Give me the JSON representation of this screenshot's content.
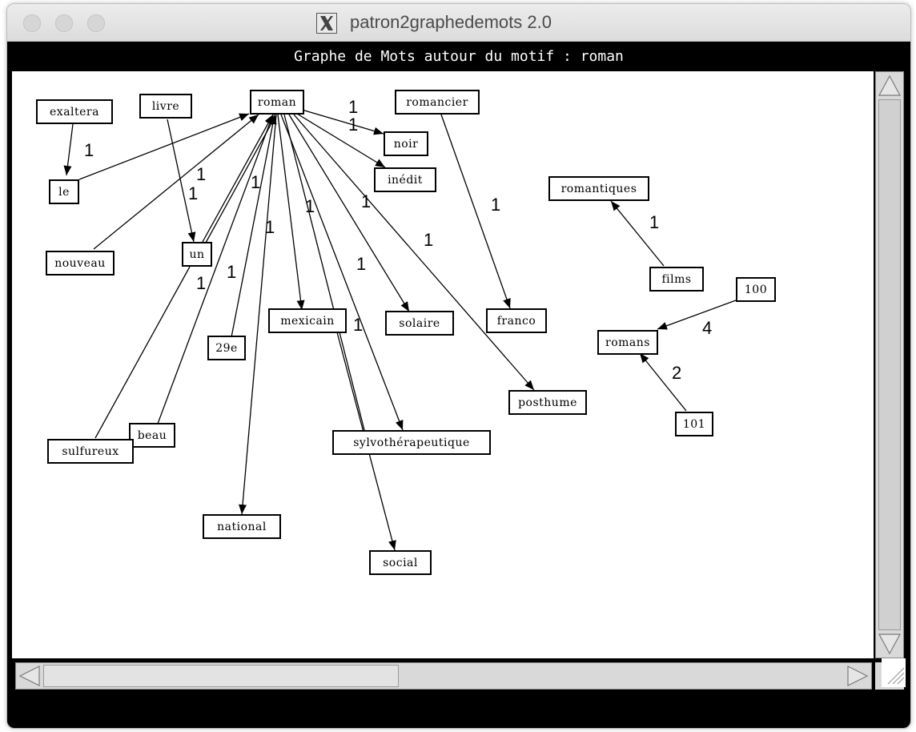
{
  "window": {
    "title": "patron2graphedemots 2.0",
    "x_icon": "X"
  },
  "graph": {
    "header": "Graphe de Mots autour du motif : roman",
    "nodes": {
      "exaltera": "exaltera",
      "livre": "livre",
      "roman": "roman",
      "romancier": "romancier",
      "noir": "noir",
      "inedit": "inédit",
      "le": "le",
      "romantiques": "romantiques",
      "nouveau": "nouveau",
      "un": "un",
      "films": "films",
      "n100": "100",
      "mexicain": "mexicain",
      "solaire": "solaire",
      "franco": "franco",
      "romans": "romans",
      "n29e": "29e",
      "posthume": "posthume",
      "n101": "101",
      "beau": "beau",
      "sulfureux": "sulfureux",
      "sylvotherapeutique": "sylvothérapeutique",
      "national": "national",
      "social": "social"
    },
    "edge_weights": {
      "roman_noir": "1",
      "roman_inedit": "1",
      "exaltera_le": "1",
      "livre_un": "1",
      "le_roman": "1",
      "romancier_franco": "1",
      "films_romantiques": "1",
      "roman_29e": "1",
      "roman_national": "1",
      "roman_mexicain": "1",
      "roman_posthume": "1",
      "roman_solaire": "1",
      "roman_sylvotherapeutique": "1",
      "mexicain_social": "1",
      "un_roman": "1",
      "n100_romans": "4",
      "n101_romans": "2"
    }
  },
  "colors": {
    "content_bg": "#000000",
    "canvas_bg": "#ffffff",
    "scrollbar": "#d9d9d9"
  }
}
